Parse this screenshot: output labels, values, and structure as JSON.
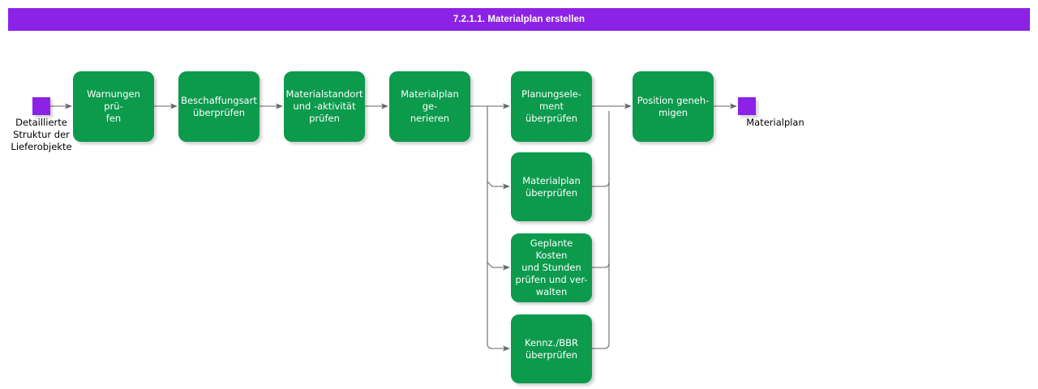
{
  "header": {
    "title": "7.2.1.1. Materialplan erstellen",
    "bar_color": "#8B22E5",
    "text_color": "#ffffff"
  },
  "theme": {
    "background": "#ffffff",
    "node_fill": "#0C9A4D",
    "node_text": "#ffffff",
    "terminator_fill": "#8B22E5",
    "connector": "#666666",
    "label_text": "#000000"
  },
  "diagram": {
    "type": "process-flow",
    "start": {
      "name": "start-terminator",
      "label": "Detaillierte\nStruktur der\nLieferobjekte"
    },
    "end": {
      "name": "end-terminator",
      "label": "Materialplan"
    },
    "main_steps": [
      {
        "id": "step-1",
        "label": "Warnungen prü-\nfen"
      },
      {
        "id": "step-2",
        "label": "Beschaffungsart\nüberprüfen"
      },
      {
        "id": "step-3",
        "label": "Materialstandort\nund -aktivität\nprüfen"
      },
      {
        "id": "step-4",
        "label": "Materialplan ge-\nnerieren"
      }
    ],
    "parallel_branch_steps": [
      {
        "id": "branch-1",
        "label": "Planungsele-\nment überprüfen"
      },
      {
        "id": "branch-2",
        "label": "Materialplan\nüberprüfen"
      },
      {
        "id": "branch-3",
        "label": "Geplante Kosten\nund Stunden\nprüfen und ver-\nwalten"
      },
      {
        "id": "branch-4",
        "label": "Kennz./BBR\nüberprüfen"
      }
    ],
    "final_step": {
      "id": "step-final",
      "label": "Position geneh-\nmigen"
    }
  }
}
